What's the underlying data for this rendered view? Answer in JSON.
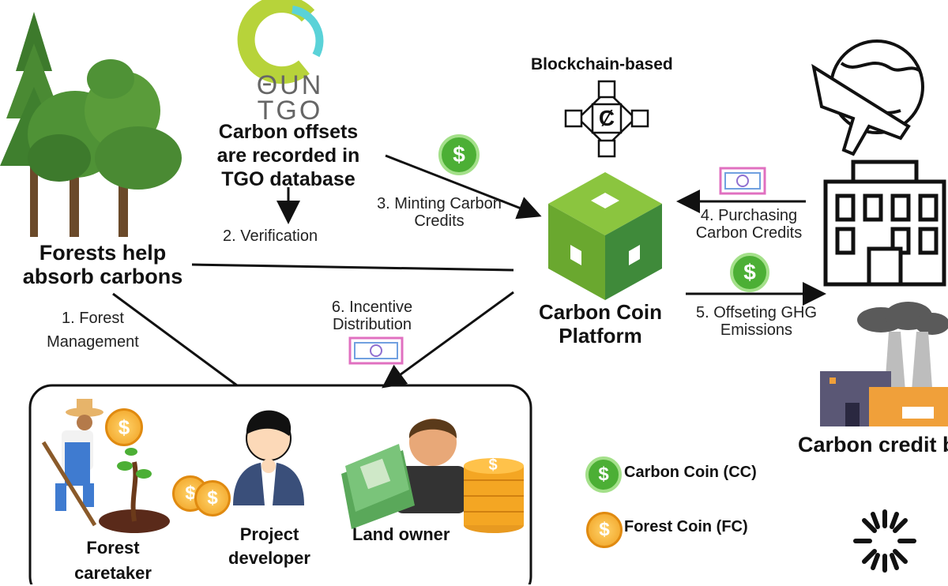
{
  "tgo": {
    "logo_text_line1": "ΘUN",
    "logo_text_line2": "TGO",
    "caption": "Carbon offsets are recorded in TGO database"
  },
  "forest": {
    "caption": "Forests help absorb carbons"
  },
  "blockchain": {
    "label": "Blockchain-based",
    "symbol": "Ȼ"
  },
  "platform": {
    "label": "Carbon Coin Platform"
  },
  "buyer": {
    "label": "Carbon credit buyer"
  },
  "steps": {
    "s1": "1. Forest Management",
    "s2": "2. Verification",
    "s3": "3. Minting Carbon Credits",
    "s4": "4. Purchasing Carbon Credits",
    "s5": "5. Offseting GHG Emissions",
    "s6": "6. Incentive Distribution"
  },
  "stakeholders": {
    "caretaker": "Forest caretaker",
    "developer": "Project developer",
    "landowner": "Land owner"
  },
  "legend": {
    "cc": "Carbon Coin (CC)",
    "fc": "Forest Coin (FC)"
  },
  "coin_symbol": "$",
  "colors": {
    "cube_light": "#8bc53f",
    "cube_mid": "#6aa82f",
    "cube_dark": "#3f8a3a",
    "carbon_coin": "#4caf35",
    "forest_coin": "#f4a623",
    "tgo_green": "#b7d33a",
    "tgo_cyan": "#5ad2d8",
    "factory_orange": "#f0a03a",
    "factory_purple": "#5a5775"
  }
}
